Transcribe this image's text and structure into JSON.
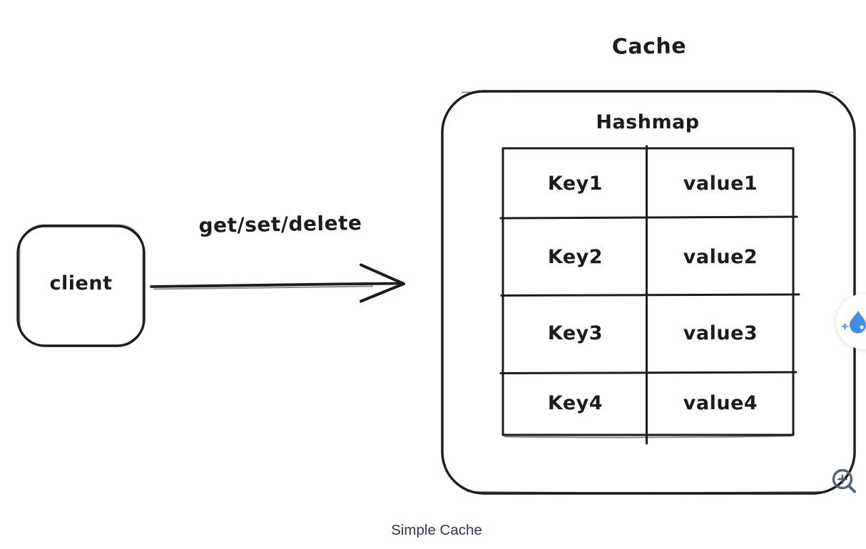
{
  "diagram": {
    "title": "Cache",
    "subtitle": "Hashmap",
    "client_label": "client",
    "arrow_label": "get/set/delete",
    "caption": "Simple Cache",
    "hashmap_rows": [
      {
        "key": "Key1",
        "value": "value1"
      },
      {
        "key": "Key2",
        "value": "value2"
      },
      {
        "key": "Key3",
        "value": "value3"
      },
      {
        "key": "Key4",
        "value": "value4"
      }
    ]
  },
  "overlay": {
    "droplet_button_icon": "droplet-with-sparkle",
    "zoom_button_icon": "magnifier-plus"
  },
  "colors": {
    "stroke": "#1c1c1c",
    "caption_text": "#2d3748",
    "droplet_blue": "#3f8fe8",
    "sparkle_blue": "#5aa0ef",
    "magnifier_gray": "#54616e"
  }
}
